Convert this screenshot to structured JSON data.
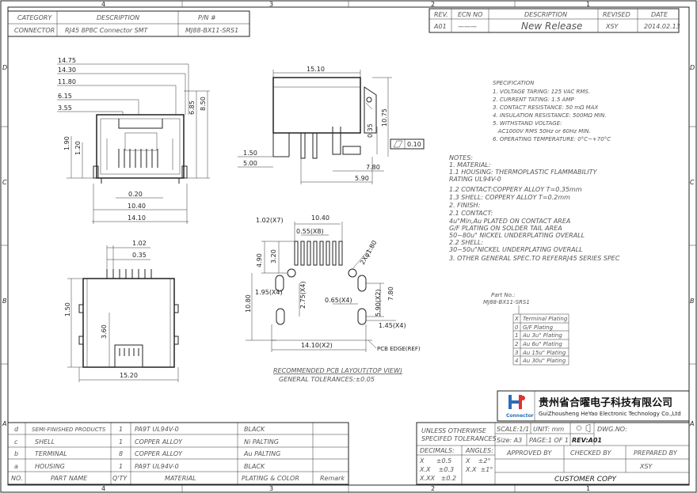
{
  "grid": {
    "top_numbers": [
      "4",
      "3",
      "2",
      "1"
    ],
    "bottom_numbers": [
      "4",
      "3",
      "2",
      "1"
    ],
    "row_letters": [
      "D",
      "C",
      "B",
      "A"
    ]
  },
  "title_block": {
    "headers": {
      "category": "CATEGORY",
      "description": "DESCRIPTION",
      "pn": "P/N #"
    },
    "category": "CONNECTOR",
    "description": "RJ45 8P8C Connector SMT",
    "pn": "MJ88-BX11-SRS1"
  },
  "revision_table": {
    "headers": {
      "rev": "REV.",
      "ecn": "ECN NO",
      "description": "DESCRIPTION",
      "revised": "REVISED",
      "date": "DATE"
    },
    "rows": [
      {
        "rev": "A01",
        "ecn": "———",
        "description": "New Release",
        "revised": "XSY",
        "date": "2014.02.13"
      }
    ]
  },
  "specification": {
    "title": "SPECIFICATION",
    "lines": [
      "1. VOLTAGE TARING: 125 VAC RMS.",
      "2. CURRENT TATING: 1.5 AMP",
      "3. CONTACT RESISTANCE: 50 mΩ MAX",
      "4. INSULATION RESISTANCE: 500MΩ MIN.",
      "5. WITHSTAND VOLTAGE:",
      "   AC1000V RMS 50Hz or 60Hz MIN.",
      "6. OPERATING TEMPERATURE: 0°C~+70°C"
    ]
  },
  "notes": {
    "lines": [
      "NOTES:",
      "1. MATERIAL:",
      "   1.1 HOUSING: THERMOPLASTIC  FLAMMABILITY",
      "                RATING UL94V-0",
      "   1.2 CONTACT:COPPERY ALLOY T=0.35mm",
      "   1.3 SHELL:  COPPERY ALLOY T=0.2mm",
      "2. FINISH:",
      "   2.1 CONTACT:",
      "      4u\"Min,Au PLATED ON CONTACT AREA",
      "      G/F PLATING ON SOLDER TAIL AREA",
      "      50~80u\" NICKEL UNDERPLATING OVERALL",
      "   2.2 SHELL:",
      "      30~50u\"NICKEL UNDERPLATING OVERALL",
      "3. OTHER GENERAL SPEC.TO REFERRJ45 SERIES SPEC"
    ]
  },
  "part_no": {
    "label": "Part No.:",
    "value": "MJ88-BX11-SRS1",
    "plating": [
      {
        "code": "X",
        "text": "Terminal Plating"
      },
      {
        "code": "0",
        "text": "G/F Plating"
      },
      {
        "code": "1",
        "text": "Au 3u\" Plating"
      },
      {
        "code": "2",
        "text": "Au 6u\" Plating"
      },
      {
        "code": "3",
        "text": "Au 15u\" Plating"
      },
      {
        "code": "4",
        "text": "Au 30u\" Plating"
      }
    ]
  },
  "front_view_dims": {
    "d1475": "14.75",
    "d1430": "14.30",
    "d1180": "11.80",
    "d615": "6.15",
    "d355": "3.55",
    "d685": "6.85",
    "d850": "8.50",
    "d190": "1.90",
    "d120": "1.20",
    "d020": "0.20",
    "d1040": "10.40",
    "d1410": "14.10"
  },
  "side_view_dims": {
    "d1510": "15.10",
    "d1075": "10.75",
    "d035": "0.35",
    "d150": "1.50",
    "d500": "5.00",
    "d780": "7.80",
    "d590": "5.90",
    "flatness": "0.10"
  },
  "bottom_view_dims": {
    "d102": "1.02",
    "d035": "0.35",
    "d150": "1.50",
    "d360": "3.60",
    "d1520": "15.20"
  },
  "pcb_layout": {
    "dims": {
      "d102x7": "1.02(X7)",
      "d1040": "10.40",
      "d055x8": "0.55(X8)",
      "d2xphi": "2Xφ1.80",
      "d490": "4.90",
      "d320": "3.20",
      "d1080": "10.80",
      "d195x4": "1.95(X4)",
      "d275x4": "2.75(X4)",
      "d065x4": "0.65(X4)",
      "d590x2": "5.90(X2)",
      "d780": "7.80",
      "d145x4": "1.45(X4)",
      "d1410x2": "14.10(X2)",
      "pcb_edge": "PCB EDGE(REF)"
    },
    "caption": "RECOMMENDED PCB LAYOUT(TOP VIEW)",
    "tolerance": "GENERAL TOLERANCES:±0.05"
  },
  "company": {
    "name_cn": "贵州省合曜电子科技有限公司",
    "name_en": "GuiZhousheng HeYao Electronic Technology Co.,Ltd",
    "logo_text": "Connector"
  },
  "bom": {
    "rows": [
      {
        "item": "d",
        "part": "SEMI-FINISHED PRODUCTS",
        "qty": "1",
        "material": "PA9T UL94V-0",
        "plating": "BLACK"
      },
      {
        "item": "c",
        "part": "SHELL",
        "qty": "1",
        "material": "COPPER ALLOY",
        "plating": "Ni PALTING"
      },
      {
        "item": "b",
        "part": "TERMINAL",
        "qty": "8",
        "material": "COPPER ALLOY",
        "plating": "Au PALTING"
      },
      {
        "item": "a",
        "part": "HOUSING",
        "qty": "1",
        "material": "PA9T UL94V-0",
        "plating": "BLACK"
      }
    ],
    "header": {
      "no": "NO.",
      "part": "PART NAME",
      "qty": "Q'TY",
      "material": "MATERIAL",
      "plating": "PLATING & COLOR",
      "remark": "Remark"
    }
  },
  "bottom_block": {
    "unless": "UNLESS OTHERWISE",
    "specified": "SPECIFED TOLERANCES",
    "scale": "SCALE:1/1",
    "unit": "UNIT: mm",
    "dwg_no": "DWG.NO:",
    "size": "Size: A3",
    "page": "PAGE:1 OF 1",
    "rev": "REV:A01",
    "decimals": "DECIMALS:",
    "angles": "ANGLES:",
    "tol_x": "X      ±0.5",
    "tol_xx": "X.X    ±0.3",
    "tol_xxx": "X.XX   ±0.2",
    "ang_x": "X    ±2°",
    "ang_xx": "X.X  ±1°",
    "approved": "APPROVED BY",
    "checked": "CHECKED BY",
    "prepared": "PREPARED BY",
    "prepared_name": "XSY",
    "customer": "CUSTOMER COPY"
  }
}
